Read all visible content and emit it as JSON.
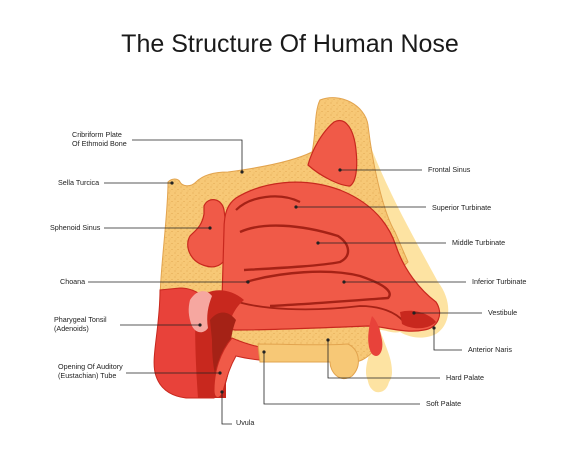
{
  "title": "The Structure Of Human Nose",
  "colors": {
    "bone": "#f7c876",
    "bone_outline": "#e2a44f",
    "tissue": "#f05a48",
    "tissue_dark": "#c8281e",
    "tissue_line": "#a52216",
    "skin": "#fde3a2",
    "pink": "#f6a7a0"
  },
  "labels": {
    "cribriform_1": "Cribriform Plate",
    "cribriform_2": "Of Ethmoid Bone",
    "sella_turcica": "Sella Turcica",
    "sphenoid_sinus": "Sphenoid Sinus",
    "choana": "Choana",
    "pharyngeal_1": "Pharygeal Tonsil",
    "pharyngeal_2": "(Adenoids)",
    "auditory_1": "Opening Of Auditory",
    "auditory_2": "(Eustachian) Tube",
    "uvula": "Uvula",
    "frontal_sinus": "Frontal Sinus",
    "superior_turbinate": "Superior Turbinate",
    "middle_turbinate": "Middle Turbinate",
    "inferior_turbinate": "Inferior Turbinate",
    "vestibule": "Vestibule",
    "anterior_naris": "Anterior Naris",
    "hard_palate": "Hard Palate",
    "soft_palate": "Soft Palate"
  }
}
